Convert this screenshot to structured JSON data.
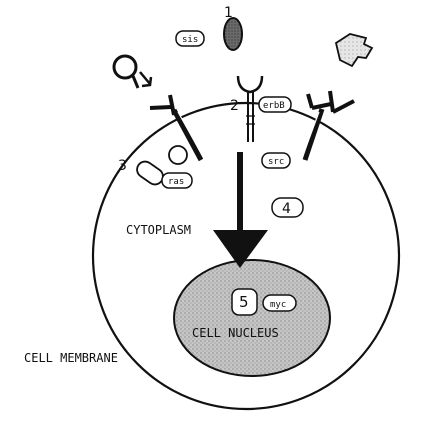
{
  "diagram": {
    "numbers": {
      "n1": "1",
      "n2": "2",
      "n3": "3",
      "n4": "4",
      "n5": "5"
    },
    "labels": {
      "sis": "sis",
      "erbb": "erbB",
      "src": "src",
      "ras": "ras",
      "myc": "myc",
      "cytoplasm": "CYTOPLASM",
      "cell_nucleus": "CELL NUCLEUS",
      "cell_membrane": "CELL MEMBRANE"
    },
    "colors": {
      "ink": "#111111",
      "paper": "#ffffff",
      "nucleus_fill": "#bdbdbd",
      "sis_fill": "#6b6b6b",
      "shape_fill": "#d8d8d8"
    }
  }
}
